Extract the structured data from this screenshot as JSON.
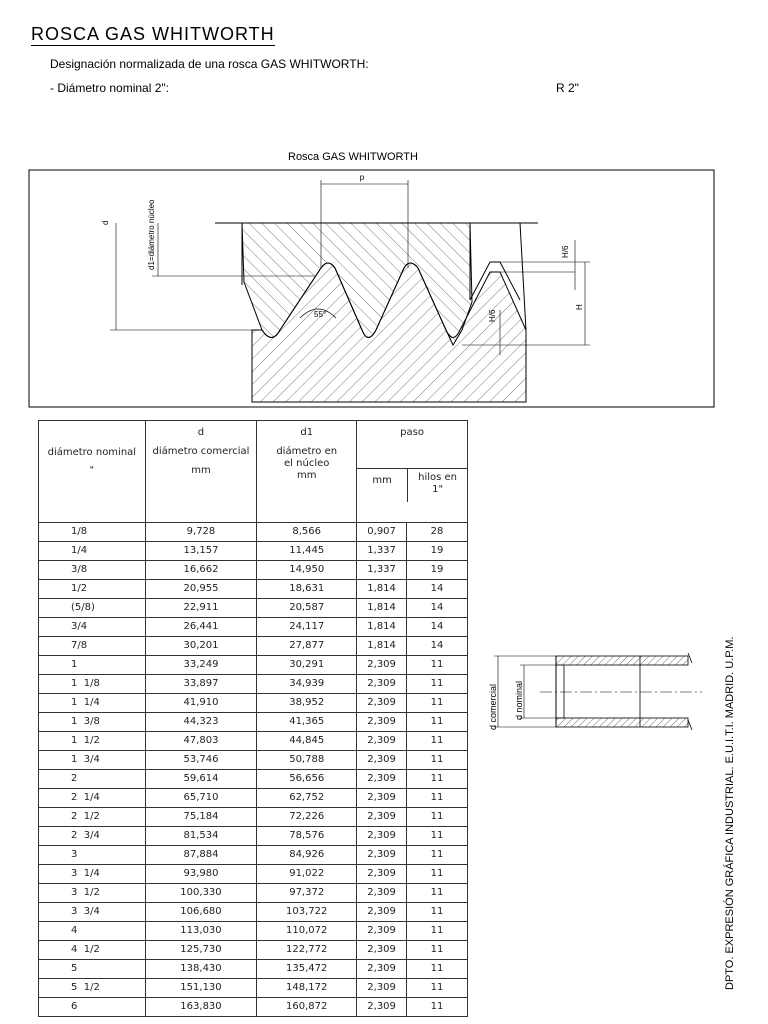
{
  "title": "ROSCA GAS WHITWORTH",
  "designation": "Designación normalizada de una rosca  GAS WHITWORTH:",
  "example": {
    "label": "- Diámetro nominal 2\":",
    "value": "R 2\""
  },
  "figure": {
    "caption": "Rosca GAS WHITWORTH",
    "labels": {
      "p": "p",
      "d": "d",
      "d1": "d1=diámetro núcleo",
      "angle": "55°",
      "h6a": "H/6",
      "h6b": "H/6",
      "H": "H"
    }
  },
  "table": {
    "headers": {
      "col1": "diámetro nominal",
      "col1_unit": "\"",
      "d": "d",
      "d_label": "diámetro comercial",
      "d_unit": "mm",
      "d1": "d1",
      "d1_label": "diámetro en el núcleo",
      "d1_unit": "mm",
      "paso": "paso",
      "paso_mm": "mm",
      "paso_hilos": "hilos en 1\""
    },
    "rows": [
      [
        "1/8",
        "9,728",
        "8,566",
        "0,907",
        "28"
      ],
      [
        "1/4",
        "13,157",
        "11,445",
        "1,337",
        "19"
      ],
      [
        "3/8",
        "16,662",
        "14,950",
        "1,337",
        "19"
      ],
      [
        "1/2",
        "20,955",
        "18,631",
        "1,814",
        "14"
      ],
      [
        "(5/8)",
        "22,911",
        "20,587",
        "1,814",
        "14"
      ],
      [
        "3/4",
        "26,441",
        "24,117",
        "1,814",
        "14"
      ],
      [
        "7/8",
        "30,201",
        "27,877",
        "1,814",
        "14"
      ],
      [
        "1",
        "33,249",
        "30,291",
        "2,309",
        "11"
      ],
      [
        "1  1/8",
        "33,897",
        "34,939",
        "2,309",
        "11"
      ],
      [
        "1  1/4",
        "41,910",
        "38,952",
        "2,309",
        "11"
      ],
      [
        "1  3/8",
        "44,323",
        "41,365",
        "2,309",
        "11"
      ],
      [
        "1  1/2",
        "47,803",
        "44,845",
        "2,309",
        "11"
      ],
      [
        "1  3/4",
        "53,746",
        "50,788",
        "2,309",
        "11"
      ],
      [
        "2",
        "59,614",
        "56,656",
        "2,309",
        "11"
      ],
      [
        "2  1/4",
        "65,710",
        "62,752",
        "2,309",
        "11"
      ],
      [
        "2  1/2",
        "75,184",
        "72,226",
        "2,309",
        "11"
      ],
      [
        "2  3/4",
        "81,534",
        "78,576",
        "2,309",
        "11"
      ],
      [
        "3",
        "87,884",
        "84,926",
        "2,309",
        "11"
      ],
      [
        "3  1/4",
        "93,980",
        "91,022",
        "2,309",
        "11"
      ],
      [
        "3  1/2",
        "100,330",
        "97,372",
        "2,309",
        "11"
      ],
      [
        "3  3/4",
        "106,680",
        "103,722",
        "2,309",
        "11"
      ],
      [
        "4",
        "113,030",
        "110,072",
        "2,309",
        "11"
      ],
      [
        "4  1/2",
        "125,730",
        "122,772",
        "2,309",
        "11"
      ],
      [
        "5",
        "138,430",
        "135,472",
        "2,309",
        "11"
      ],
      [
        "5  1/2",
        "151,130",
        "148,172",
        "2,309",
        "11"
      ],
      [
        "6",
        "163,830",
        "160,872",
        "2,309",
        "11"
      ]
    ]
  },
  "pipe_figure": {
    "d_comercial": "d comercial",
    "d_nominal": "d nominal"
  },
  "footer_vertical": "DPTO. EXPRESIÓN GRÁFICA INDUSTRIAL. E.U.I.T.I. MADRID. U.P.M."
}
